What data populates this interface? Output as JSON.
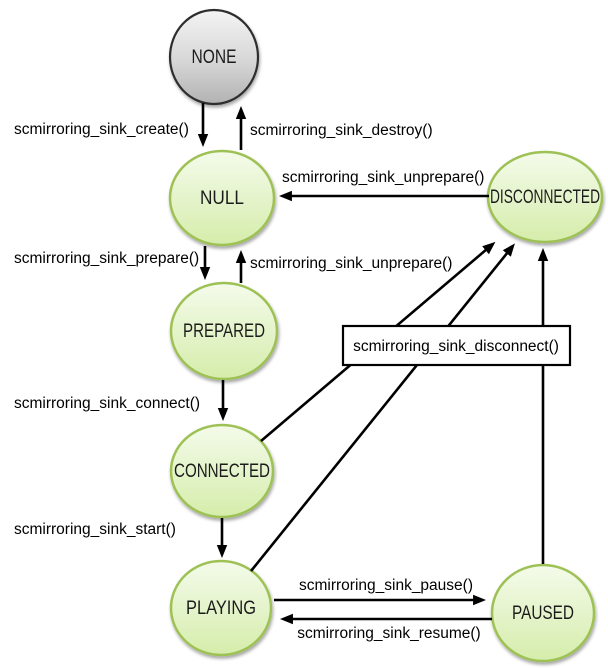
{
  "diagram": {
    "title_hint": "scmirroring sink state diagram",
    "background": "#ffffff",
    "colors": {
      "state_fill_top": "#f3fae9",
      "state_fill_bottom": "#d5edaa",
      "state_border": "#9ec155",
      "none_fill_top": "#f2f2f2",
      "none_fill_bottom": "#b2b2b2",
      "none_border": "#2d2d2d",
      "arrow": "#000000",
      "label_text": "#000000",
      "box_fill": "#ffffff",
      "box_border": "#000000"
    },
    "states": {
      "none": "NONE",
      "null": "NULL",
      "prepared": "PREPARED",
      "connected": "CONNECTED",
      "playing": "PLAYING",
      "paused": "PAUSED",
      "disconnected": "DISCONNECTED"
    },
    "labels": {
      "create": "scmirroring_sink_create()",
      "destroy": "scmirroring_sink_destroy()",
      "unprepare_from_disconnected": "scmirroring_sink_unprepare()",
      "unprepare_from_prepared": "scmirroring_sink_unprepare()",
      "prepare": "scmirroring_sink_prepare()",
      "connect": "scmirroring_sink_connect()",
      "start": "scmirroring_sink_start()",
      "pause": "scmirroring_sink_pause()",
      "resume": "scmirroring_sink_resume()",
      "disconnect": "scmirroring_sink_disconnect()"
    },
    "transitions": [
      {
        "from": "NONE",
        "to": "NULL",
        "label": "scmirroring_sink_create()"
      },
      {
        "from": "NULL",
        "to": "NONE",
        "label": "scmirroring_sink_destroy()"
      },
      {
        "from": "DISCONNECTED",
        "to": "NULL",
        "label": "scmirroring_sink_unprepare()"
      },
      {
        "from": "NULL",
        "to": "PREPARED",
        "label": "scmirroring_sink_prepare()"
      },
      {
        "from": "PREPARED",
        "to": "NULL",
        "label": "scmirroring_sink_unprepare()"
      },
      {
        "from": "PREPARED",
        "to": "CONNECTED",
        "label": "scmirroring_sink_connect()"
      },
      {
        "from": "CONNECTED",
        "to": "PLAYING",
        "label": "scmirroring_sink_start()"
      },
      {
        "from": "PLAYING",
        "to": "PAUSED",
        "label": "scmirroring_sink_pause()"
      },
      {
        "from": "PAUSED",
        "to": "PLAYING",
        "label": "scmirroring_sink_resume()"
      },
      {
        "from": "CONNECTED",
        "to": "DISCONNECTED",
        "label": "scmirroring_sink_disconnect()"
      },
      {
        "from": "PLAYING",
        "to": "DISCONNECTED",
        "label": "scmirroring_sink_disconnect()"
      },
      {
        "from": "PAUSED",
        "to": "DISCONNECTED",
        "label": "scmirroring_sink_disconnect()"
      }
    ]
  }
}
